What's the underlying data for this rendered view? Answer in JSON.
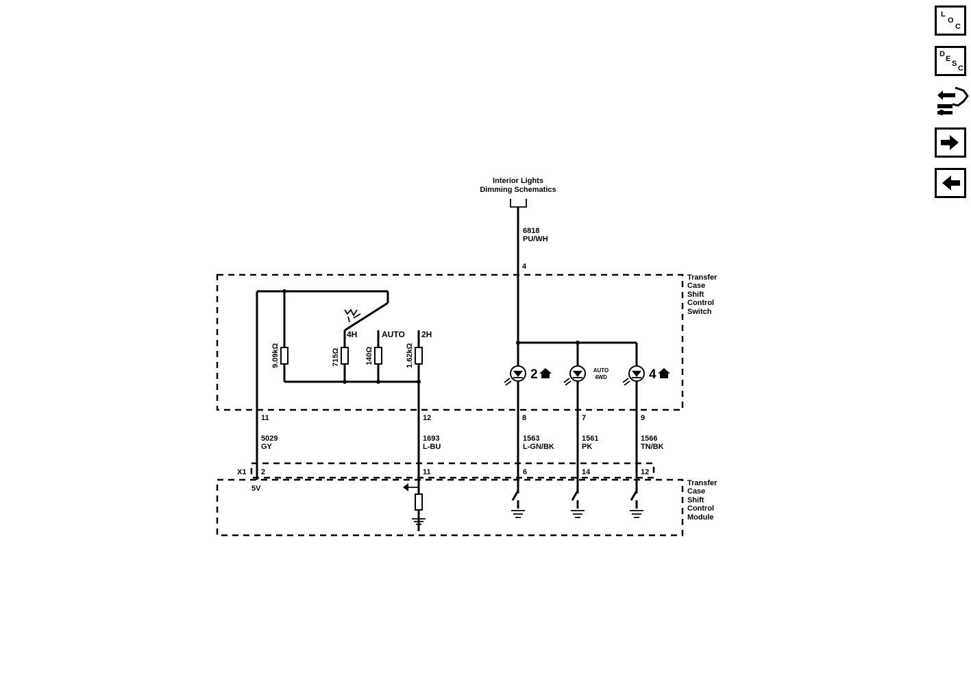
{
  "nav": {
    "loc": [
      "L",
      "O",
      "C"
    ],
    "desc": [
      "D",
      "E",
      "S",
      "C"
    ],
    "icons": [
      "loc-button-icon",
      "desc-button-icon",
      "connector-harness-icon",
      "next-arrow-icon",
      "previous-arrow-icon"
    ]
  },
  "diagram": {
    "top_ref": {
      "line1": "Interior Lights",
      "line2": "Dimming Schematics"
    },
    "top_wire": {
      "circuit": "6818",
      "color": "PU/WH",
      "pin": "4"
    },
    "switch_box": {
      "lines": [
        "Transfer",
        "Case",
        "Shift",
        "Control",
        "Switch"
      ]
    },
    "module_box": {
      "lines": [
        "Transfer",
        "Case",
        "Shift",
        "Control",
        "Module"
      ]
    },
    "resistors": [
      {
        "value": "9.09kΩ"
      },
      {
        "value": "715Ω",
        "position": "4H"
      },
      {
        "value": "140Ω",
        "position": "AUTO"
      },
      {
        "value": "1.62kΩ",
        "position": "2H"
      }
    ],
    "indicators": [
      {
        "glyph": "2",
        "label": ""
      },
      {
        "glyph": "",
        "label": "AUTO",
        "sublabel": "4WD"
      },
      {
        "glyph": "4",
        "label": ""
      }
    ],
    "wires": [
      {
        "switch_pin": "11",
        "circuit": "5029",
        "color": "GY",
        "module_pin": "2"
      },
      {
        "switch_pin": "12",
        "circuit": "1693",
        "color": "L-BU",
        "module_pin": "11"
      },
      {
        "switch_pin": "8",
        "circuit": "1563",
        "color": "L-GN/BK",
        "module_pin": "6"
      },
      {
        "switch_pin": "7",
        "circuit": "1561",
        "color": "PK",
        "module_pin": "14"
      },
      {
        "switch_pin": "9",
        "circuit": "1566",
        "color": "TN/BK",
        "module_pin": "12"
      }
    ],
    "connector": "X1",
    "voltage": "5V"
  }
}
